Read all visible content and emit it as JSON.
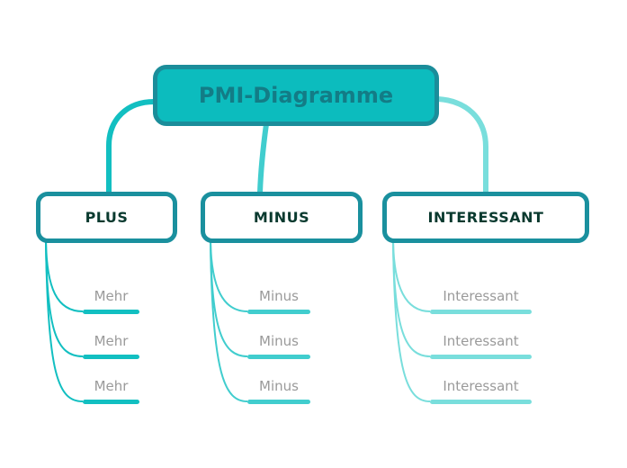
{
  "diagram": {
    "root": {
      "label": "PMI-Diagramme"
    },
    "branches": [
      {
        "id": "plus",
        "label": "PLUS",
        "color": "#12BFC1",
        "items": [
          "Mehr",
          "Mehr",
          "Mehr"
        ]
      },
      {
        "id": "minus",
        "label": "MINUS",
        "color": "#41CDCE",
        "items": [
          "Minus",
          "Minus",
          "Minus"
        ]
      },
      {
        "id": "interessant",
        "label": "INTERESSANT",
        "color": "#79DEDC",
        "items": [
          "Interessant",
          "Interessant",
          "Interessant"
        ]
      }
    ],
    "colors": {
      "background": "#FFFFFF",
      "root_fill": "#0CBCBE",
      "root_border": "#1B8D9A",
      "root_text": "#137C86",
      "child_border": "#1A909E",
      "child_fill": "#FFFFFF",
      "child_text": "#0A3A2F",
      "leaf_text": "#9A9A9A"
    }
  }
}
